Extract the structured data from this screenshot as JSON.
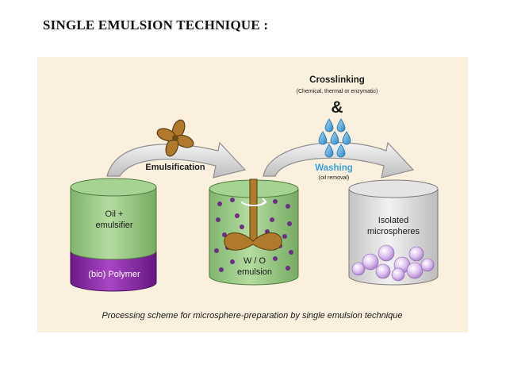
{
  "page": {
    "title": "SINGLE EMULSION TECHNIQUE :"
  },
  "diagram": {
    "left_cylinder": {
      "top_label_line1": "Oil +",
      "top_label_line2": "emulsifier",
      "bottom_label": "(bio) Polymer"
    },
    "arrow_1_label": "Emulsification",
    "middle_cylinder": {
      "label_line1": "W / O",
      "label_line2": "emulsion"
    },
    "crosslinking": {
      "title": "Crosslinking",
      "subtitle": "(Chemical, thermal or enzymatic)",
      "ampersand": "&"
    },
    "washing": {
      "title": "Washing",
      "subtitle": "(oil removal)"
    },
    "right_cylinder": {
      "label_line1": "Isolated",
      "label_line2": "microspheres"
    },
    "caption": "Processing scheme for microsphere-preparation by single emulsion technique",
    "icons": [
      "propeller-icon",
      "water-drops-icon",
      "stirrer-icon",
      "rotation-arrow-icon"
    ],
    "colors": {
      "panel_background": "#fbf0dd",
      "oil_green": "#9cc98a",
      "polymer_purple": "#8a2aa6",
      "droplet_purple": "#6a2e82",
      "stirrer_brown": "#b07a2c",
      "water_blue": "#4ea6dc",
      "washing_text_blue": "#3aa0d8",
      "microsphere_lilac": "#d8b8ec",
      "arrow_gray": "#d8d8d8"
    }
  }
}
